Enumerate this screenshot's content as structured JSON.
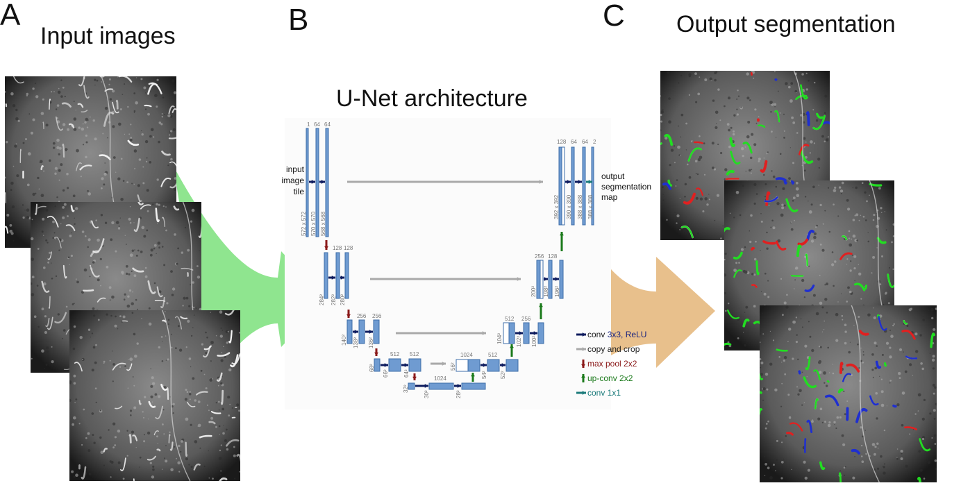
{
  "panels": {
    "a_letter": "A",
    "a_title": "Input images",
    "b_letter": "B",
    "b_title": "U-Net architecture",
    "c_letter": "C",
    "c_title": "Output segmentation"
  },
  "unet": {
    "input_label": [
      "input",
      "image",
      "tile"
    ],
    "output_label": [
      "output",
      "segmentation",
      "map"
    ],
    "channels": {
      "l1_enc": [
        "1",
        "64",
        "64"
      ],
      "l1_dec": [
        "128",
        "64",
        "64",
        "2"
      ],
      "l2_enc": [
        "128",
        "128"
      ],
      "l2_dec": [
        "256",
        "128"
      ],
      "l3_enc": [
        "256",
        "256"
      ],
      "l3_dec": [
        "512",
        "256"
      ],
      "l4_enc": [
        "512",
        "512"
      ],
      "l4_dec": [
        "1024",
        "512"
      ],
      "l5": [
        "1024"
      ]
    },
    "sizes": {
      "l1_enc": [
        "572 x 572",
        "570 x 570",
        "568 x 568"
      ],
      "l1_dec": [
        "392 x 392",
        "390 x 390",
        "388 x 388",
        "388 x 388"
      ],
      "l2_enc": [
        "284²",
        "282²",
        "280²"
      ],
      "l2_dec": [
        "200²",
        "198²",
        "196²"
      ],
      "l3_enc": [
        "140²",
        "138²",
        "136²"
      ],
      "l3_dec": [
        "104²",
        "102²",
        "100²"
      ],
      "l4_enc": [
        "68²",
        "66²",
        "64²"
      ],
      "l4_dec": [
        "56²",
        "54²",
        "52²"
      ],
      "l5": [
        "32²",
        "30²",
        "28²"
      ]
    },
    "legend": [
      {
        "prefix": "conv ",
        "text": "3x3, ReLU",
        "color": "#1a237e",
        "arrow": "#0d1b5e"
      },
      {
        "prefix": "",
        "text": "copy and crop",
        "color": "#222222",
        "arrow": "#a9a9a9"
      },
      {
        "prefix": "",
        "text": "max pool 2x2",
        "color": "#8b1a1a",
        "arrow": "#8b1a1a"
      },
      {
        "prefix": "",
        "text": "up-conv 2x2",
        "color": "#1b7a1b",
        "arrow": "#1b7a1b"
      },
      {
        "prefix": "",
        "text": "conv 1x1",
        "color": "#1a7a7a",
        "arrow": "#1a7a7a"
      }
    ]
  },
  "colors": {
    "green_arrow": "#8fe58f",
    "orange_arrow": "#e8c08c",
    "block_fill": "#6f9bd1",
    "block_stroke": "#3d6ea8",
    "seg_red": "#e02020",
    "seg_green": "#22dd22",
    "seg_blue": "#1f2fd0"
  }
}
